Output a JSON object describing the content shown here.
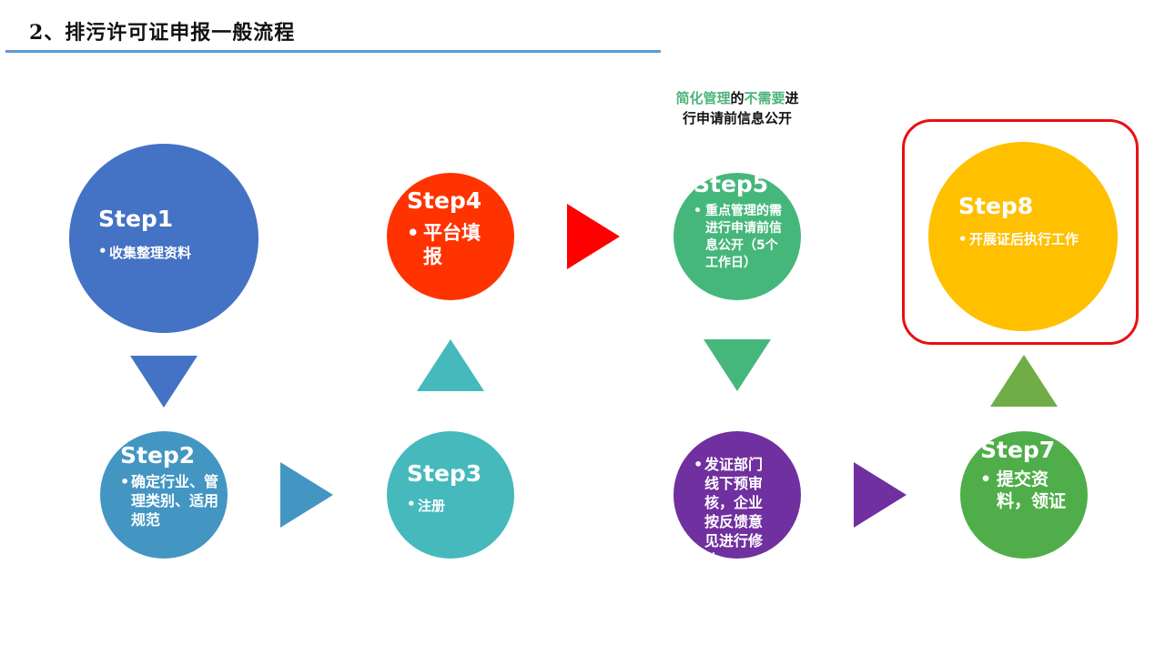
{
  "header": {
    "title": "2、排污许可证申报一般流程"
  },
  "note": {
    "part1": "简化管理",
    "part2": "的",
    "part3": "不需要",
    "part4": "进",
    "line2": "行申请前信息公开",
    "highlight_color": "#4cb47a"
  },
  "steps": [
    {
      "label": "Step1",
      "desc": "收集整理资料",
      "color": "#4472c4"
    },
    {
      "label": "Step2",
      "desc": "确定行业、管理类别、适用规范",
      "color": "#4396c2"
    },
    {
      "label": "Step3",
      "desc": "注册",
      "color": "#45b9bc"
    },
    {
      "label": "Step4",
      "desc": "平台填报",
      "color": "#ff3300"
    },
    {
      "label": "Step5",
      "desc": "重点管理的需进行申请前信息公开（5个工作日）",
      "color": "#46b77b"
    },
    {
      "desc": "发证部门线下预审核，企业按反馈意见进行修改",
      "color": "#7030a0"
    },
    {
      "label": "Step7",
      "desc": "提交资料，领证",
      "color": "#4fae4a"
    },
    {
      "label": "Step8",
      "desc": "开展证后执行工作",
      "color": "#ffc000"
    }
  ],
  "arrows": [
    {
      "name": "step1-to-step2",
      "direction": "down",
      "color": "#4472c4"
    },
    {
      "name": "step2-to-step3",
      "direction": "right",
      "color": "#4396c2"
    },
    {
      "name": "step3-to-step4",
      "direction": "up",
      "color": "#45b9bc"
    },
    {
      "name": "step4-to-step5",
      "direction": "right",
      "color": "#ff0000"
    },
    {
      "name": "step5-to-step6",
      "direction": "down",
      "color": "#46b77b"
    },
    {
      "name": "step6-to-step7",
      "direction": "right",
      "color": "#7030a0"
    },
    {
      "name": "step7-to-step8",
      "direction": "up",
      "color": "#70ad47"
    }
  ],
  "highlight": {
    "target": "Step8",
    "border_color": "#e81010"
  }
}
